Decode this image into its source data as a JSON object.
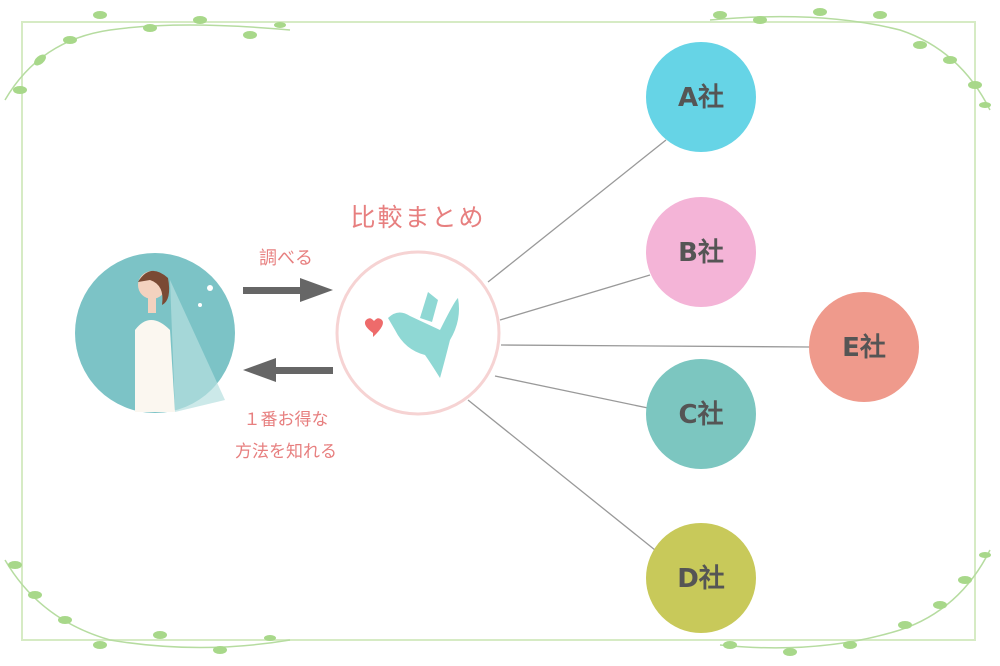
{
  "title": "比較まとめ",
  "search_label": "調べる",
  "result_line1": "１番お得な",
  "result_line2": "方法を知れる",
  "companies": [
    {
      "label": "A社",
      "color": "#66d4e6"
    },
    {
      "label": "B社",
      "color": "#f4b4d7"
    },
    {
      "label": "E社",
      "color": "#ef9a8c"
    },
    {
      "label": "C社",
      "color": "#7cc6c0"
    },
    {
      "label": "D社",
      "color": "#c8c95a"
    }
  ],
  "colors": {
    "frame": "#d6ebc4",
    "text": "#e77f7f",
    "bride_bg": "#7cc3c6",
    "bird": "#8fd8d4",
    "heart": "#ee6b6b",
    "arrow": "#666666"
  }
}
